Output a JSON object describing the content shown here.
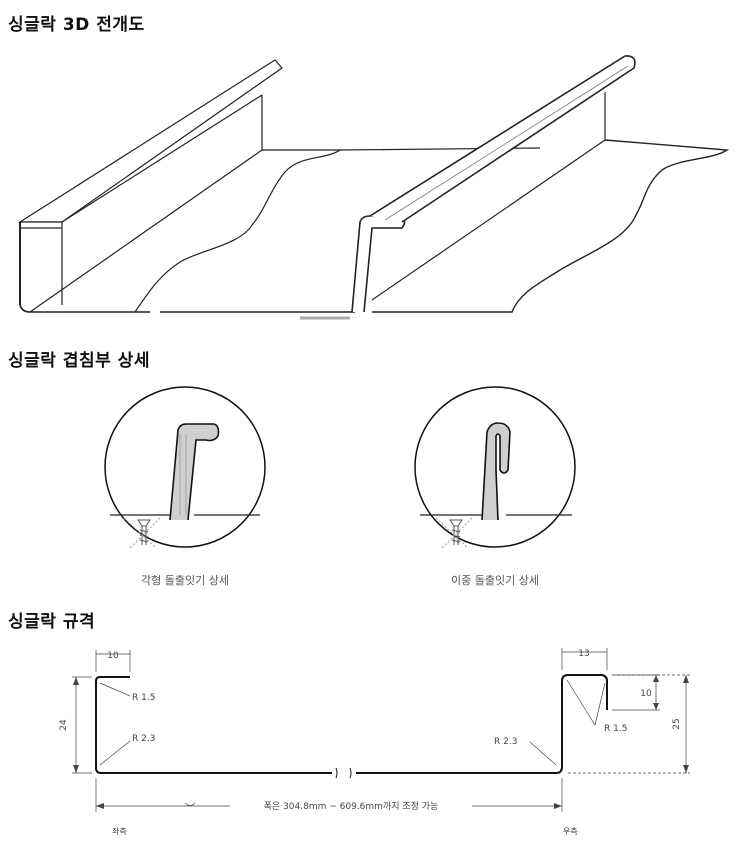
{
  "sections": {
    "view3d": {
      "title": "싱글락 3D 전개도"
    },
    "overlap": {
      "title": "싱글락 겹침부 상세",
      "left_caption": "각형 돌출잇기 상세",
      "right_caption": "이중 돌출잇기 상세"
    },
    "spec": {
      "title": "싱글락 규격",
      "left": {
        "top_width": "10",
        "height": "24",
        "radius_top": "R 1.5",
        "radius_bottom": "R 2.3",
        "side_label": "좌측"
      },
      "right": {
        "top_width": "13",
        "lip_height": "10",
        "height": "25",
        "radius_top": "R 1.5",
        "radius_bottom": "R 2.3",
        "side_label": "우측"
      },
      "width_note": "폭은 304.8mm ~ 609.6mm까지 조정 가능"
    }
  }
}
